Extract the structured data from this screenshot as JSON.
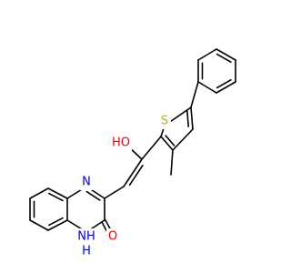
{
  "molecule": {
    "colors": {
      "bond": "#000000",
      "oxygen": "#ff0000",
      "nitrogen": "#0000ff",
      "sulfur": "#b8b800"
    },
    "atom_labels": {
      "hydroxyl_oxygen": "HO",
      "sulfur": "S",
      "quinoxaline_n4": "N",
      "quinoxaline_n1h": "NH",
      "n1h_hydrogen": "H",
      "carbonyl_oxygen": "O"
    }
  }
}
